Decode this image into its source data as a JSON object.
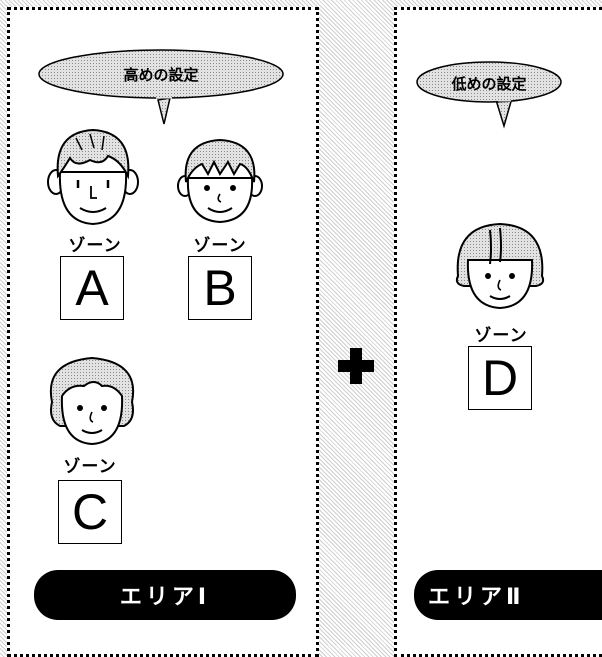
{
  "area1": {
    "bubble": "高めの設定",
    "zones": [
      {
        "prefix": "ゾーン",
        "letter": "A"
      },
      {
        "prefix": "ゾーン",
        "letter": "B"
      },
      {
        "prefix": "ゾーン",
        "letter": "C"
      }
    ],
    "label": "エリアⅠ"
  },
  "area2": {
    "bubble": "低めの設定",
    "zones": [
      {
        "prefix": "ゾーン",
        "letter": "D"
      }
    ],
    "label": "エリアⅡ"
  },
  "icons": {
    "plus": "plus-icon",
    "persons": [
      "man-face-icon",
      "boy-face-icon",
      "woman-face-icon",
      "girl-face-icon"
    ]
  },
  "colors": {
    "label_bg": "#000000",
    "label_text": "#ffffff",
    "bubble_fill": "#c8c8c8"
  }
}
